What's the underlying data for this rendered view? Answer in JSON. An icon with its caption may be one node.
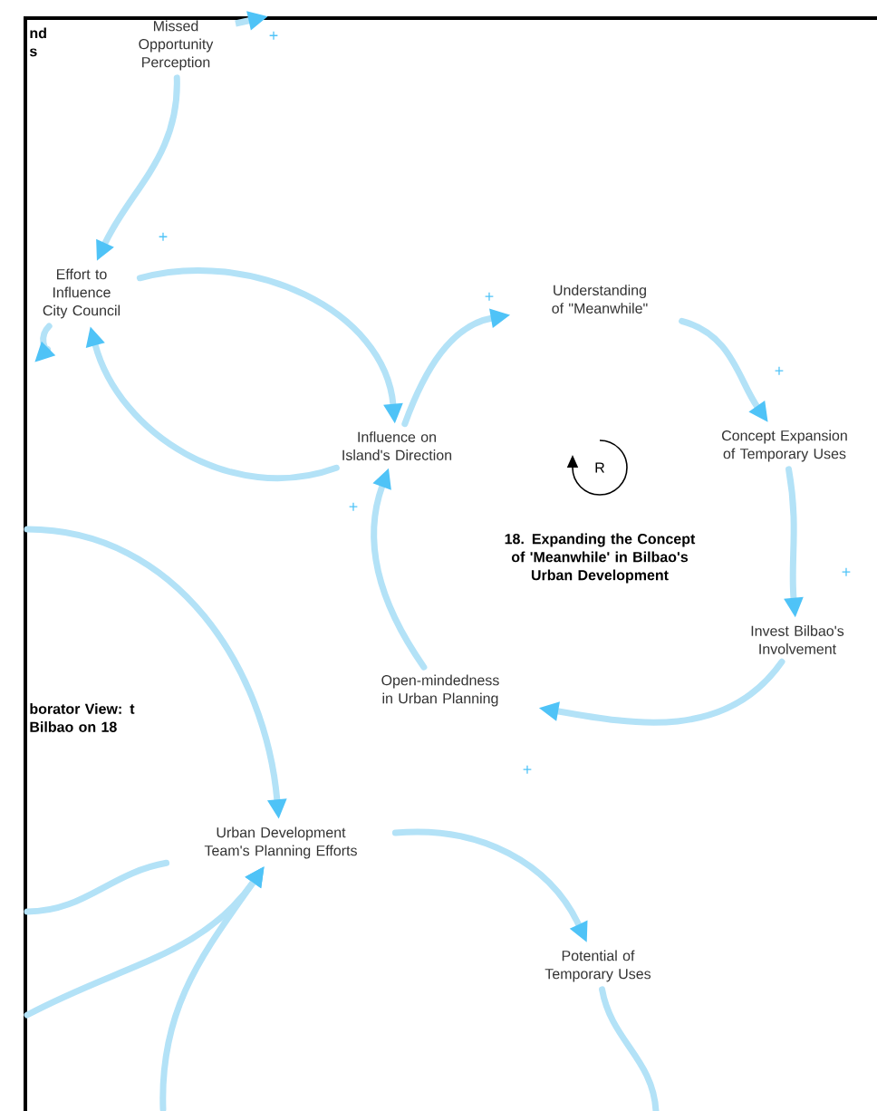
{
  "diagram": {
    "nodes": [
      {
        "text": [
          "Missed Opportunity Perception"
        ]
      },
      {
        "text": [
          "Effort to Influence City Council"
        ]
      },
      {
        "text": [
          "Influence on Island's Direction"
        ]
      },
      {
        "text": [
          "Understanding of \"Meanwhile\""
        ]
      },
      {
        "text": [
          "Concept Expansion of Temporary Uses"
        ]
      },
      {
        "text": [
          "Invest Bilbao's Involvement"
        ]
      },
      {
        "text": [
          "Open-mindedness in Urban Planning"
        ]
      },
      {
        "text": [
          "Urban Development Team's Planning Efforts"
        ]
      },
      {
        "text": [
          "Potential of Temporary Uses"
        ]
      }
    ],
    "edges": [
      {
        "from": 0,
        "to": 1,
        "arrow": "to",
        "label": "+"
      },
      {
        "from": 1,
        "to": 2,
        "arrow": "to"
      },
      {
        "from": 2,
        "to": 1,
        "arrow": "to"
      },
      {
        "from": 2,
        "to": 3,
        "arrow": "to",
        "label": "+"
      },
      {
        "from": 3,
        "to": 4,
        "arrow": "to",
        "label": "+"
      },
      {
        "from": 4,
        "to": 5,
        "arrow": "to",
        "label": "+"
      },
      {
        "from": 5,
        "to": 6,
        "arrow": "to",
        "label": "+"
      },
      {
        "from": 6,
        "to": 2,
        "arrow": "to",
        "label": "+"
      },
      {
        "from": 1,
        "to": null,
        "arrow": "to"
      },
      {
        "from": null,
        "to": 7,
        "arrow": "to"
      },
      {
        "from": 7,
        "to": 8,
        "arrow": "to"
      },
      {
        "from": 7,
        "to": null,
        "arrow": "none"
      },
      {
        "from": null,
        "to": 7,
        "arrow": "to"
      },
      {
        "from": null,
        "to": 7,
        "arrow": "to"
      },
      {
        "from": 8,
        "to": null,
        "arrow": "none"
      }
    ],
    "labels": [
      "nd s",
      "+",
      "R",
      "18. Expanding the Concept of 'Meanwhile' in Bilbao's Urban Development",
      "borator View: t Bilbao on 18"
    ]
  }
}
